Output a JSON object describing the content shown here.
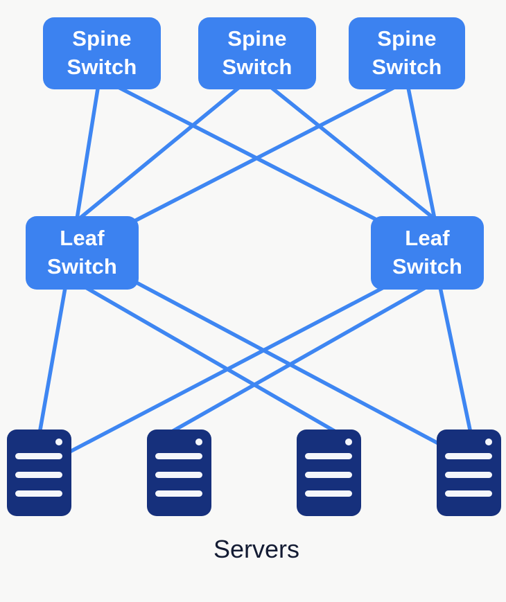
{
  "diagram": {
    "type": "spine-leaf network topology",
    "nodes": {
      "spines": [
        {
          "id": "spine-1",
          "label": "Spine\nSwitch"
        },
        {
          "id": "spine-2",
          "label": "Spine\nSwitch"
        },
        {
          "id": "spine-3",
          "label": "Spine\nSwitch"
        }
      ],
      "leaves": [
        {
          "id": "leaf-1",
          "label": "Leaf\nSwitch"
        },
        {
          "id": "leaf-2",
          "label": "Leaf\nSwitch"
        }
      ],
      "servers": {
        "count": 4,
        "caption": "Servers"
      }
    },
    "links": [
      {
        "from": "spine-1",
        "to": "leaf-1"
      },
      {
        "from": "spine-2",
        "to": "leaf-1"
      },
      {
        "from": "spine-3",
        "to": "leaf-1"
      },
      {
        "from": "spine-1",
        "to": "leaf-2"
      },
      {
        "from": "spine-2",
        "to": "leaf-2"
      },
      {
        "from": "spine-3",
        "to": "leaf-2"
      },
      {
        "from": "leaf-1",
        "to": "server-1"
      },
      {
        "from": "leaf-1",
        "to": "server-3"
      },
      {
        "from": "leaf-1",
        "to": "server-4"
      },
      {
        "from": "leaf-2",
        "to": "server-1"
      },
      {
        "from": "leaf-2",
        "to": "server-2"
      },
      {
        "from": "leaf-2",
        "to": "server-4"
      }
    ]
  },
  "colors": {
    "background": "#f8f8f7",
    "link": "#3e86f2",
    "switch_fill": "#3c82f0",
    "switch_text": "#ffffff",
    "server_fill": "#16307c",
    "server_detail": "#f4f6fb",
    "caption_text": "#131b33"
  }
}
